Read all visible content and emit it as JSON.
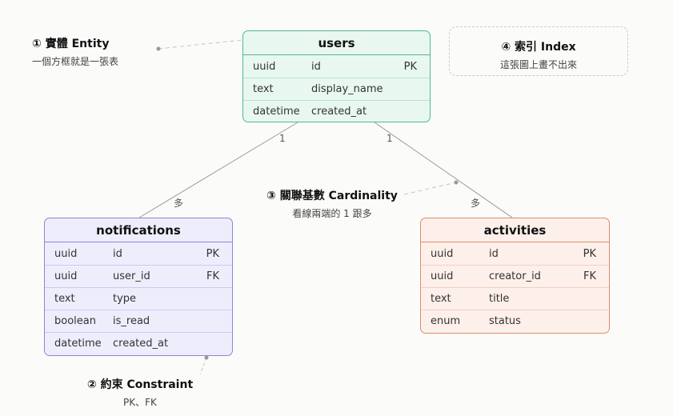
{
  "colors": {
    "users_fill": "#e8f8f1",
    "users_border": "#52b891",
    "notifications_fill": "#eeedfc",
    "notifications_border": "#8c85d9",
    "activities_fill": "#fdf0ea",
    "activities_border": "#df8c6c",
    "line": "#999999",
    "dashed": "#c4c4c4"
  },
  "entities": {
    "users": {
      "title": "users",
      "rows": [
        {
          "type": "uuid",
          "name": "id",
          "key": "PK"
        },
        {
          "type": "text",
          "name": "display_name",
          "key": ""
        },
        {
          "type": "datetime",
          "name": "created_at",
          "key": ""
        }
      ]
    },
    "notifications": {
      "title": "notifications",
      "rows": [
        {
          "type": "uuid",
          "name": "id",
          "key": "PK"
        },
        {
          "type": "uuid",
          "name": "user_id",
          "key": "FK"
        },
        {
          "type": "text",
          "name": "type",
          "key": ""
        },
        {
          "type": "boolean",
          "name": "is_read",
          "key": ""
        },
        {
          "type": "datetime",
          "name": "created_at",
          "key": ""
        }
      ]
    },
    "activities": {
      "title": "activities",
      "rows": [
        {
          "type": "uuid",
          "name": "id",
          "key": "PK"
        },
        {
          "type": "uuid",
          "name": "creator_id",
          "key": "FK"
        },
        {
          "type": "text",
          "name": "title",
          "key": ""
        },
        {
          "type": "enum",
          "name": "status",
          "key": ""
        }
      ]
    }
  },
  "relations": {
    "users_notifications": {
      "one": "1",
      "many": "多"
    },
    "users_activities": {
      "one": "1",
      "many": "多"
    }
  },
  "notes": {
    "entity": {
      "title": "① 實體 Entity",
      "sub": "一個方框就是一張表"
    },
    "constraint": {
      "title": "② 約束 Constraint",
      "sub": "PK、FK"
    },
    "cardinality": {
      "title": "③ 關聯基數 Cardinality",
      "sub": "看線兩端的 1 跟多"
    },
    "index": {
      "title": "④ 索引 Index",
      "sub": "這張圖上畫不出來"
    }
  }
}
